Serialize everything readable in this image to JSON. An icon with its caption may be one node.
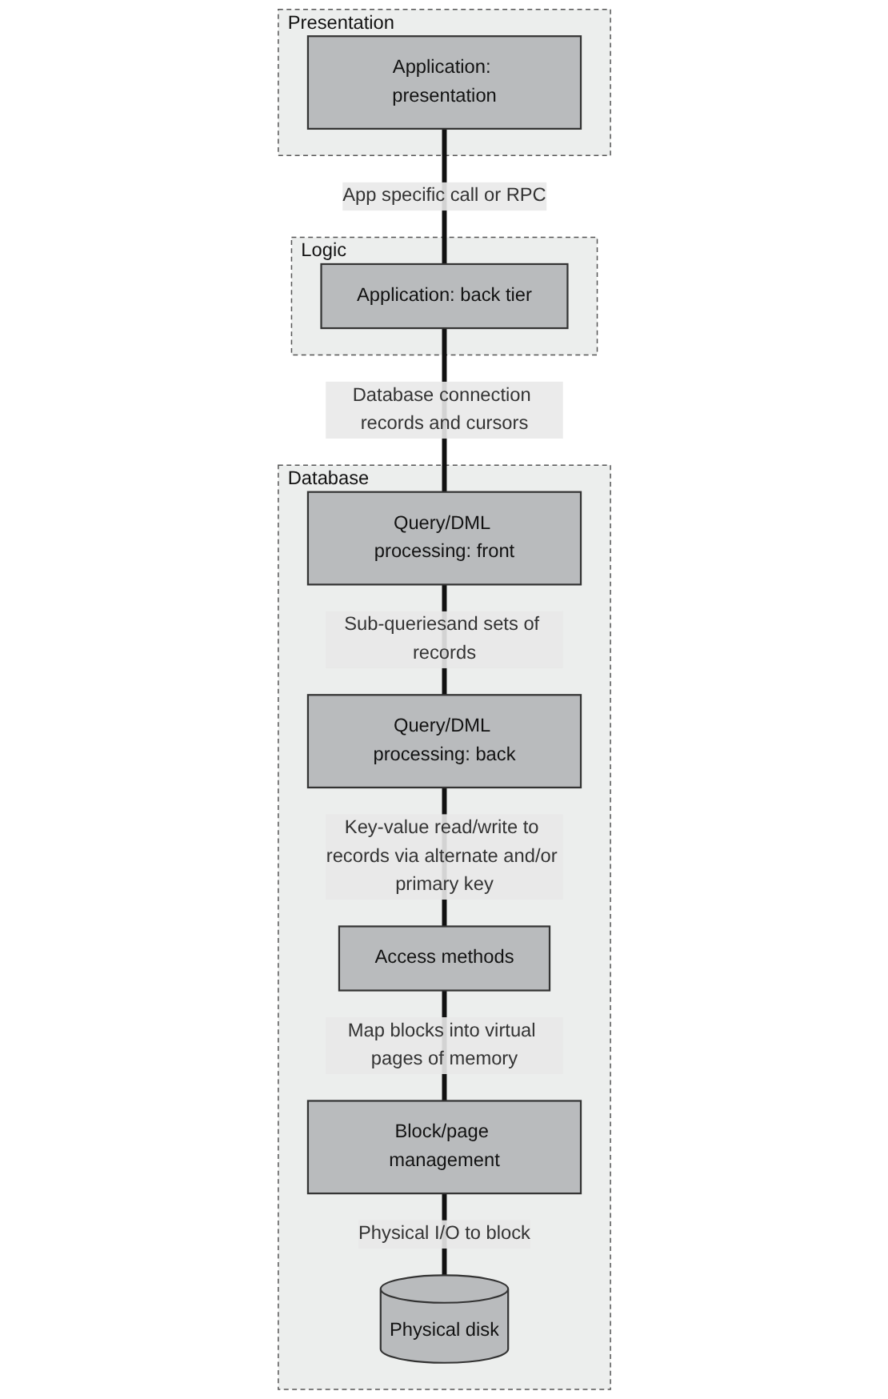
{
  "diagram": {
    "nodes": [
      {
        "text": [
          "Presentation"
        ]
      },
      {
        "text": [
          "Application: presentation"
        ],
        "in": 0
      },
      {
        "text": [
          "Logic"
        ]
      },
      {
        "text": [
          "Application: back tier"
        ],
        "in": 2
      },
      {
        "text": [
          "Database"
        ]
      },
      {
        "text": [
          "Query/DML processing: front"
        ],
        "in": 4
      },
      {
        "text": [
          "Query/DML processing: back"
        ],
        "in": 4
      },
      {
        "text": [
          "Access methods"
        ],
        "in": 4
      },
      {
        "text": [
          "Block/page management"
        ],
        "in": 4
      },
      {
        "text": [
          "Physical disk"
        ],
        "in": 4
      }
    ],
    "edges": [
      {
        "from": 1,
        "to": 3,
        "arrow": "none",
        "label": "App specific call or RPC"
      },
      {
        "from": 3,
        "to": 5,
        "arrow": "none",
        "label": "Database connection records and cursors"
      },
      {
        "from": 5,
        "to": 6,
        "arrow": "none",
        "label": "Sub-queriesand sets of records"
      },
      {
        "from": 6,
        "to": 7,
        "arrow": "none",
        "label": "Key-value read/write to records via alternate and/or primary key"
      },
      {
        "from": 7,
        "to": 8,
        "arrow": "none",
        "label": "Map blocks into virtual pages of memory"
      },
      {
        "from": 8,
        "to": 9,
        "arrow": "none",
        "label": "Physical I/O to block"
      }
    ]
  }
}
